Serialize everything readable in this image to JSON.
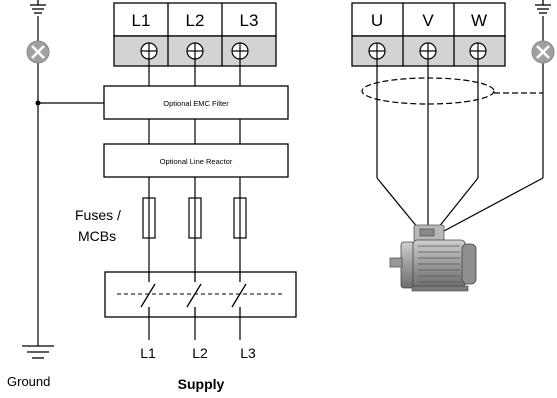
{
  "supply_terminals": [
    "L1",
    "L2",
    "L3"
  ],
  "motor_terminals": [
    "U",
    "V",
    "W"
  ],
  "emc_filter_label": "Optional EMC Filter",
  "line_reactor_label": "Optional Line Reactor",
  "fuses_label_line1": "Fuses /",
  "fuses_label_line2": "MCBs",
  "bottom_phases": [
    "L1",
    "L2",
    "L3"
  ],
  "ground_label": "Ground",
  "supply_label": "Supply",
  "icons": [
    "ground-symbol-icon",
    "lamp-indicator-icon",
    "terminal-screw-icon",
    "motor-icon"
  ],
  "colors": {
    "terminal_fill": "#d3d3d3",
    "lamp_fill": "#a0a0a0",
    "line": "#000000"
  }
}
